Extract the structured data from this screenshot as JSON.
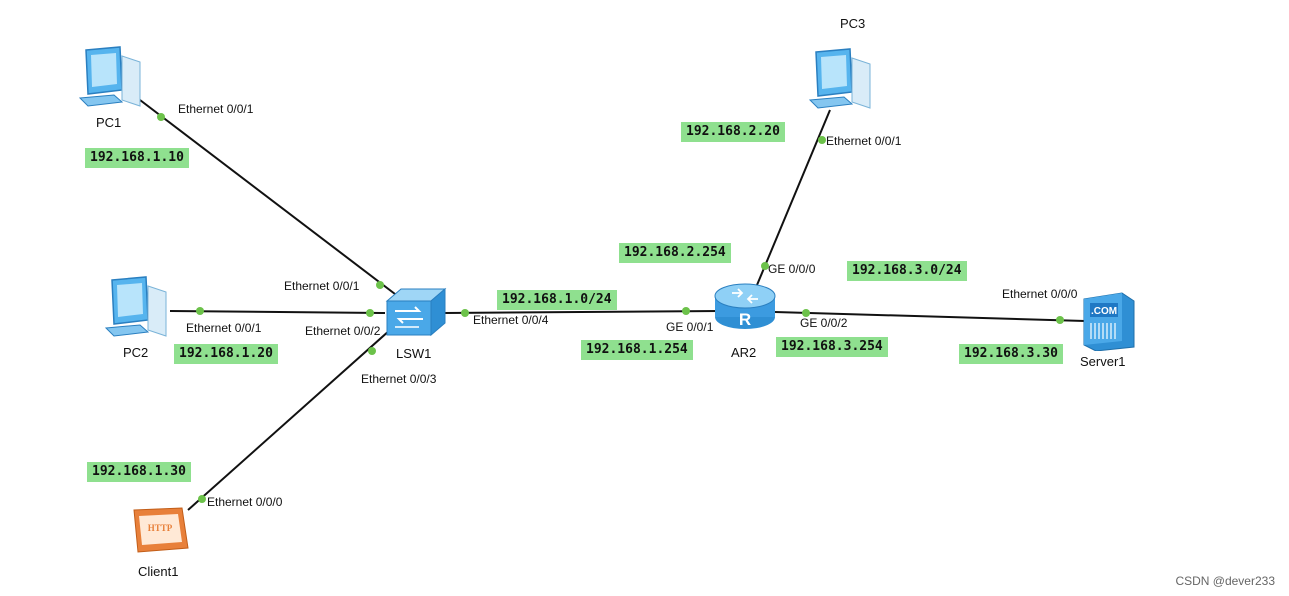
{
  "devices": {
    "pc1": "PC1",
    "pc2": "PC2",
    "pc3": "PC3",
    "client1": "Client1",
    "lsw1": "LSW1",
    "ar2": "AR2",
    "server1": "Server1"
  },
  "server_icon_text": ".COM",
  "client_icon_text": "HTTP",
  "router_icon_text": "R",
  "ports": {
    "pc1_eth": "Ethernet 0/0/1",
    "lsw1_e001": "Ethernet 0/0/1",
    "pc2_eth": "Ethernet 0/0/1",
    "lsw1_e002": "Ethernet 0/0/2",
    "lsw1_e003": "Ethernet 0/0/3",
    "client1_eth": "Ethernet 0/0/0",
    "lsw1_e004": "Ethernet 0/0/4",
    "ar2_ge001": "GE 0/0/1",
    "ar2_ge000": "GE 0/0/0",
    "ar2_ge002": "GE 0/0/2",
    "pc3_eth": "Ethernet 0/0/1",
    "server1_eth": "Ethernet 0/0/0"
  },
  "ips": {
    "pc1": "192.168.1.10",
    "pc2": "192.168.1.20",
    "client1": "192.168.1.30",
    "net1": "192.168.1.0/24",
    "ar2_g1": "192.168.1.254",
    "pc3": "192.168.2.20",
    "ar2_g0": "192.168.2.254",
    "net3": "192.168.3.0/24",
    "ar2_g2": "192.168.3.254",
    "server1": "192.168.3.30"
  },
  "watermark": "CSDN @dever233",
  "colors": {
    "ip_bg": "#8fe08f",
    "port_dot": "#6cc24a",
    "link": "#111111",
    "pc_blue": "#4aa8e8",
    "router_blue": "#3c9be0",
    "client_orange": "#e8803a"
  }
}
